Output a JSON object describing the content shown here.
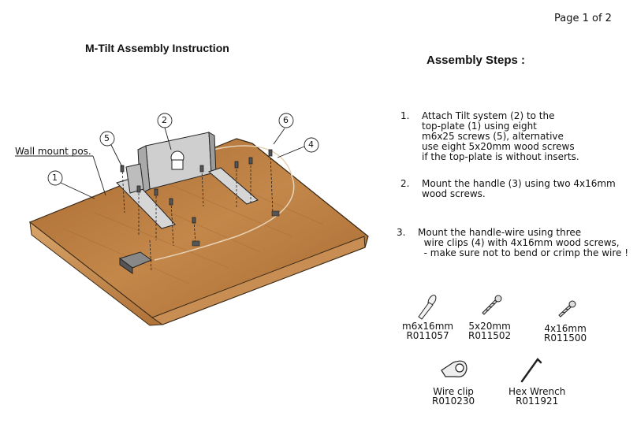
{
  "header": {
    "page_label": "Page 1 of  2",
    "title": "M-Tilt Assembly Instruction",
    "steps_heading": "Assembly Steps :"
  },
  "diagram": {
    "wall_label": "Wall mount pos.",
    "callouts": [
      "1",
      "2",
      "4",
      "5",
      "6"
    ]
  },
  "steps": [
    {
      "number": "1.",
      "text": "Attach Tilt system (2) to the\ntop-plate (1) using eight\nm6x25 screws (5), alternative\nuse eight 5x20mm wood screws\nif the top-plate is without inserts."
    },
    {
      "number": "2.",
      "text": "Mount the handle (3) using two 4x16mm\nwood screws."
    },
    {
      "number": "3.",
      "text": "Mount the handle-wire using three\n  wire clips (4) with 4x16mm wood screws,\n  - make sure not to bend or crimp the wire !"
    }
  ],
  "parts": [
    {
      "name": "m6x16mm",
      "code": "R011057",
      "icon": "bolt-icon"
    },
    {
      "name": "5x20mm",
      "code": "R011502",
      "icon": "wood-screw-icon"
    },
    {
      "name": "4x16mm",
      "code": "R011500",
      "icon": "small-screw-icon"
    },
    {
      "name": "Wire clip",
      "code": "R010230",
      "icon": "wire-clip-icon"
    },
    {
      "name": "Hex Wrench",
      "code": "R011921",
      "icon": "hex-wrench-icon"
    }
  ],
  "colors": {
    "wood": "#b5793f",
    "wood_light": "#d49a5c",
    "metal": "#c8c8c8"
  }
}
